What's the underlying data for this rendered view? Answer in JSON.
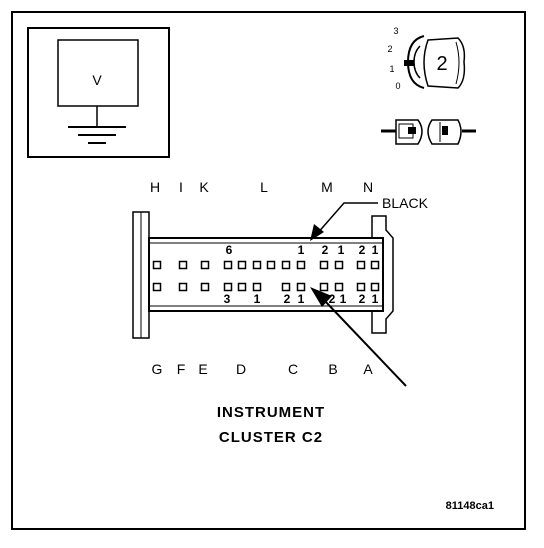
{
  "meter": {
    "symbol": "V"
  },
  "connector_icon": {
    "number": "2",
    "position_labels": [
      "3",
      "2",
      "1",
      "0"
    ]
  },
  "top_cavity_letters": [
    "H",
    "I",
    "K",
    "L",
    "M",
    "N"
  ],
  "bottom_cavity_letters": [
    "G",
    "F",
    "E",
    "D",
    "C",
    "B",
    "A"
  ],
  "wire_color_label": "BLACK",
  "top_row_pin_numbers": [
    "6",
    "1",
    "2",
    "1",
    "2",
    "1"
  ],
  "bottom_row_pin_numbers": [
    "3",
    "1",
    "2",
    "1",
    "2",
    "1",
    "2",
    "1"
  ],
  "caption": {
    "line1": "INSTRUMENT",
    "line2": "CLUSTER C2"
  },
  "figure_id": "81148ca1"
}
